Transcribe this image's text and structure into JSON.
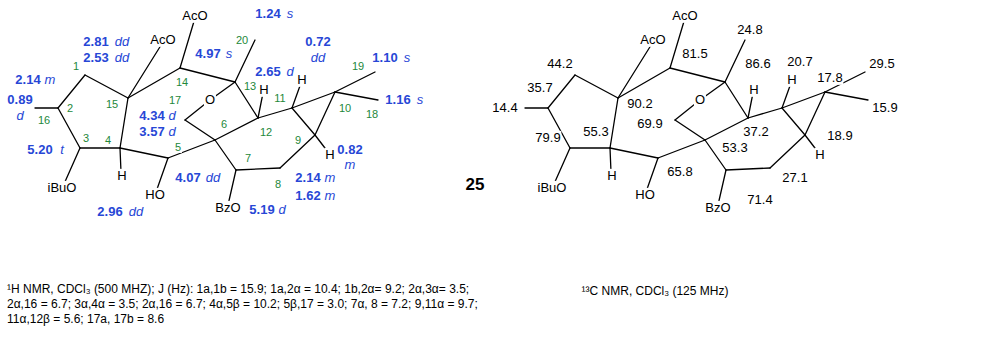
{
  "diagram": {
    "labels": [
      "AcO",
      "AcO",
      "1.24",
      "s",
      "20",
      "0.72",
      "dd",
      "2.81",
      "dd",
      "2.53",
      "dd",
      "1",
      "1.10",
      "s",
      "19",
      "4.97",
      "s",
      "2.65",
      "d",
      "2.14",
      "m",
      "14",
      "13",
      "H",
      "H",
      "11",
      "0.89",
      "d",
      "16",
      "2",
      "15",
      "17",
      "O",
      "1.16",
      "s",
      "10",
      "18",
      "4.34",
      "d",
      "6",
      "3.57",
      "d",
      "12",
      "3",
      "4",
      "9",
      "5",
      "5.20",
      "t",
      "0.82",
      "m",
      "H",
      "7",
      "H",
      "4.07",
      "dd",
      "2.14",
      "m",
      "8",
      "iBuO",
      "HO",
      "1.62",
      "m",
      "BzO",
      "5.19",
      "d",
      "2.96",
      "dd",
      "25",
      "¹H NMR, CDCl₃ (500 MHZ); J (Hz): 1a,1b = 15.9; 1a,2α = 10.4; 1b,2α= 9.2; 2α,3α= 3.5; 2α,16 = 6.7; 3α,4α = 3.5; 2α,16 = 6.7; 4α,5β = 10.2; 5β,17 = 3.0; 7α, 8 = 7.2; 9,11α = 9.7; 11α,12β = 5.6; 17a, 17b = 8.6",
      "AcO",
      "24.8",
      "AcO",
      "81.5",
      "44.2",
      "86.6",
      "20.7",
      "29.5",
      "17.8",
      "H",
      "H",
      "35.7",
      "O",
      "90.2",
      "14.4",
      "15.9",
      "69.9",
      "55.3",
      "37.2",
      "18.9",
      "79.9",
      "53.3",
      "H",
      "65.8",
      "H",
      "27.1",
      "iBuO",
      "HO",
      "71.4",
      "BzO",
      "¹³C NMR, CDCl₃ (125 MHz)"
    ]
  }
}
